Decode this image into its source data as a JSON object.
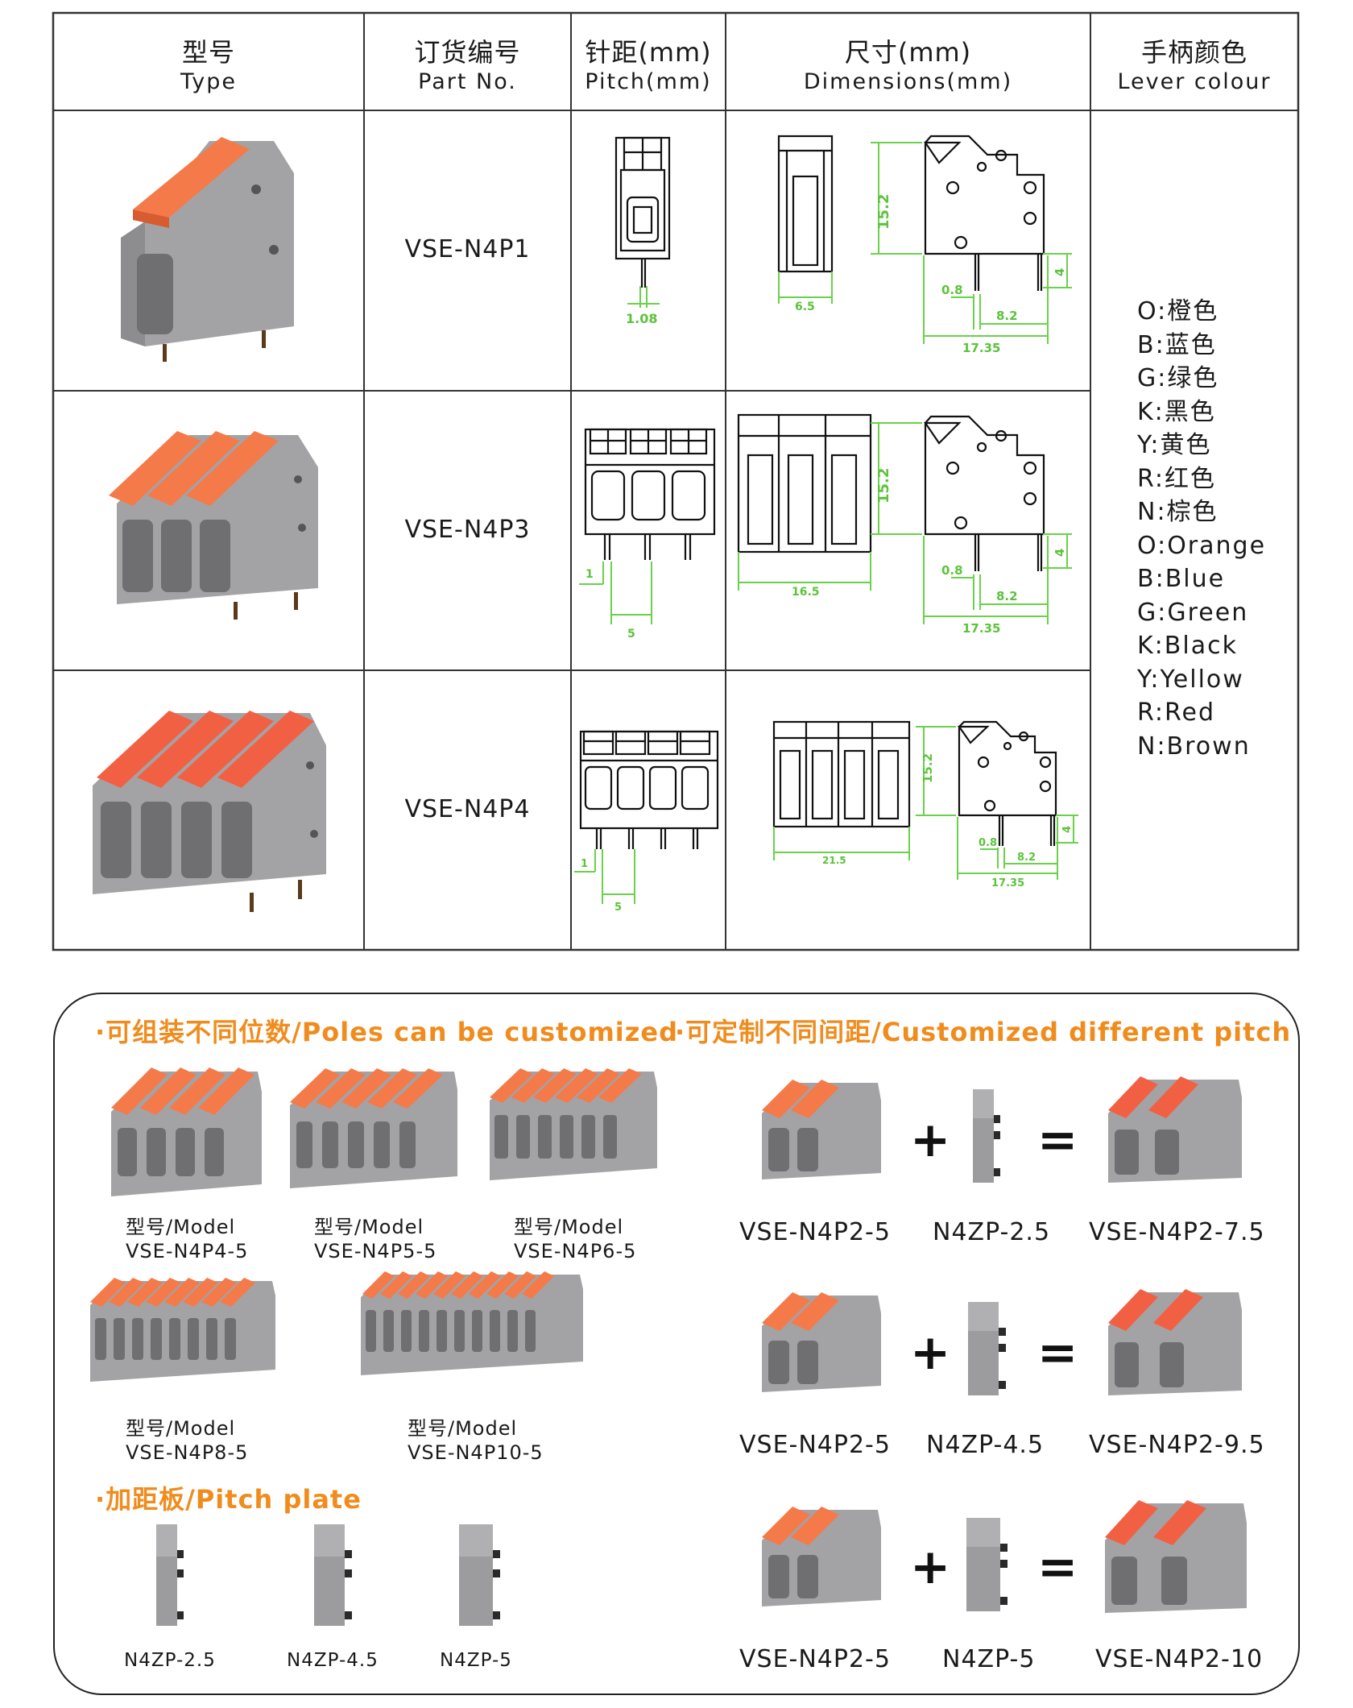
{
  "table": {
    "headers": [
      {
        "cn": "型号",
        "en": "Type"
      },
      {
        "cn": "订货编号",
        "en": "Part No."
      },
      {
        "cn": "针距(mm)",
        "en": "Pitch(mm)"
      },
      {
        "cn": "尺寸(mm)",
        "en": "Dimensions(mm)"
      },
      {
        "cn": "手柄颜色",
        "en": "Lever colour"
      }
    ],
    "rows": [
      {
        "part_no": "VSE-N4P1",
        "pitch_labels": [
          "1.08"
        ],
        "dims": {
          "width": "6.5",
          "height": "15.2",
          "pin": "4",
          "offset": "0.8",
          "span": "8.2",
          "depth": "17.35"
        }
      },
      {
        "part_no": "VSE-N4P3",
        "pitch_labels": [
          "1",
          "5"
        ],
        "dims": {
          "width": "16.5",
          "height": "15.2",
          "pin": "4",
          "offset": "0.8",
          "span": "8.2",
          "depth": "17.35"
        }
      },
      {
        "part_no": "VSE-N4P4",
        "pitch_labels": [
          "1",
          "5"
        ],
        "dims": {
          "width": "21.5",
          "height": "15.2",
          "pin": "4",
          "offset": "0.8",
          "span": "8.2",
          "depth": "17.35"
        }
      }
    ],
    "colours_cn": [
      "O:橙色",
      "B:蓝色",
      "G:绿色",
      "K:黑色",
      "Y:黄色",
      "R:红色",
      "N:棕色"
    ],
    "colours_en": [
      "O:Orange",
      "B:Blue",
      "G:Green",
      "K:Black",
      "Y:Yellow",
      "R:Red",
      "N:Brown"
    ]
  },
  "custom": {
    "poles_title": "·可组装不同位数/Poles can be customized",
    "pitch_title": "·可定制不同间距/Customized different pitch",
    "plate_title": "·加距板/Pitch plate",
    "model_prefix": "型号/Model",
    "models": [
      "VSE-N4P4-5",
      "VSE-N4P5-5",
      "VSE-N4P6-5",
      "VSE-N4P8-5",
      "VSE-N4P10-5"
    ],
    "plates": [
      "N4ZP-2.5",
      "N4ZP-4.5",
      "N4ZP-5"
    ],
    "combos": [
      {
        "base": "VSE-N4P2-5",
        "plate": "N4ZP-2.5",
        "result": "VSE-N4P2-7.5"
      },
      {
        "base": "VSE-N4P2-5",
        "plate": "N4ZP-4.5",
        "result": "VSE-N4P2-9.5"
      },
      {
        "base": "VSE-N4P2-5",
        "plate": "N4ZP-5",
        "result": "VSE-N4P2-10"
      }
    ],
    "plus": "+",
    "equals": "="
  },
  "colors": {
    "orange_lever": "#f47a4a",
    "housing_grey": "#9a9a9c",
    "dimension_green": "#5cc33b",
    "title_orange": "#f08c1e"
  }
}
